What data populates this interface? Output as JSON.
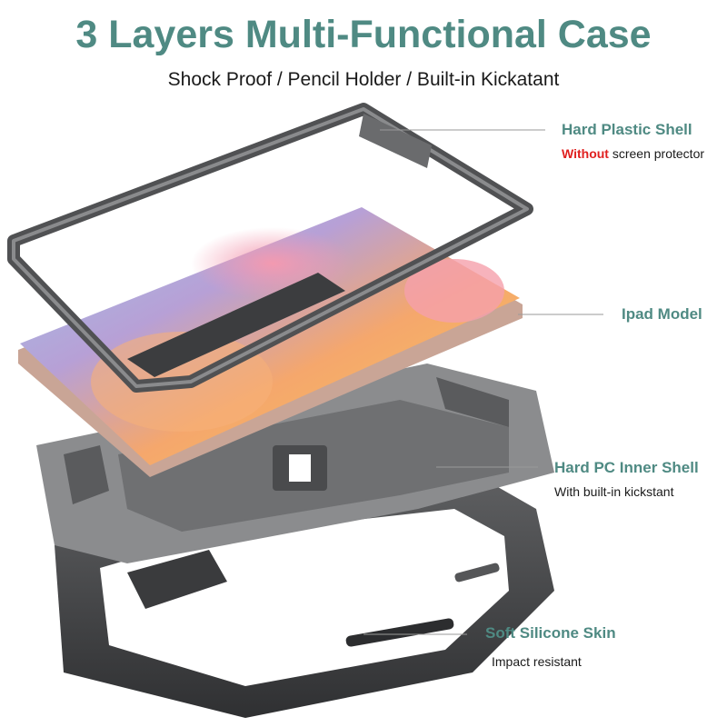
{
  "header": {
    "title": "3 Layers Multi-Functional Case",
    "subtitle": "Shock Proof / Pencil Holder / Built-in Kickatant"
  },
  "layers": [
    {
      "label": "Hard Plastic Shell",
      "note_emphasis": "Without",
      "note": " screen protector"
    },
    {
      "label": "Ipad Model"
    },
    {
      "label": "Hard PC Inner Shell",
      "note": "With built-in kickstant"
    },
    {
      "label": "Soft Silicone Skin",
      "note": "Impact resistant"
    }
  ],
  "colors": {
    "accent": "#4f8a83",
    "emphasis": "#e0201f",
    "frame_dark": "#3b3c3e",
    "frame_mid": "#6e6f71",
    "tablet_rose": "#c9a596"
  }
}
